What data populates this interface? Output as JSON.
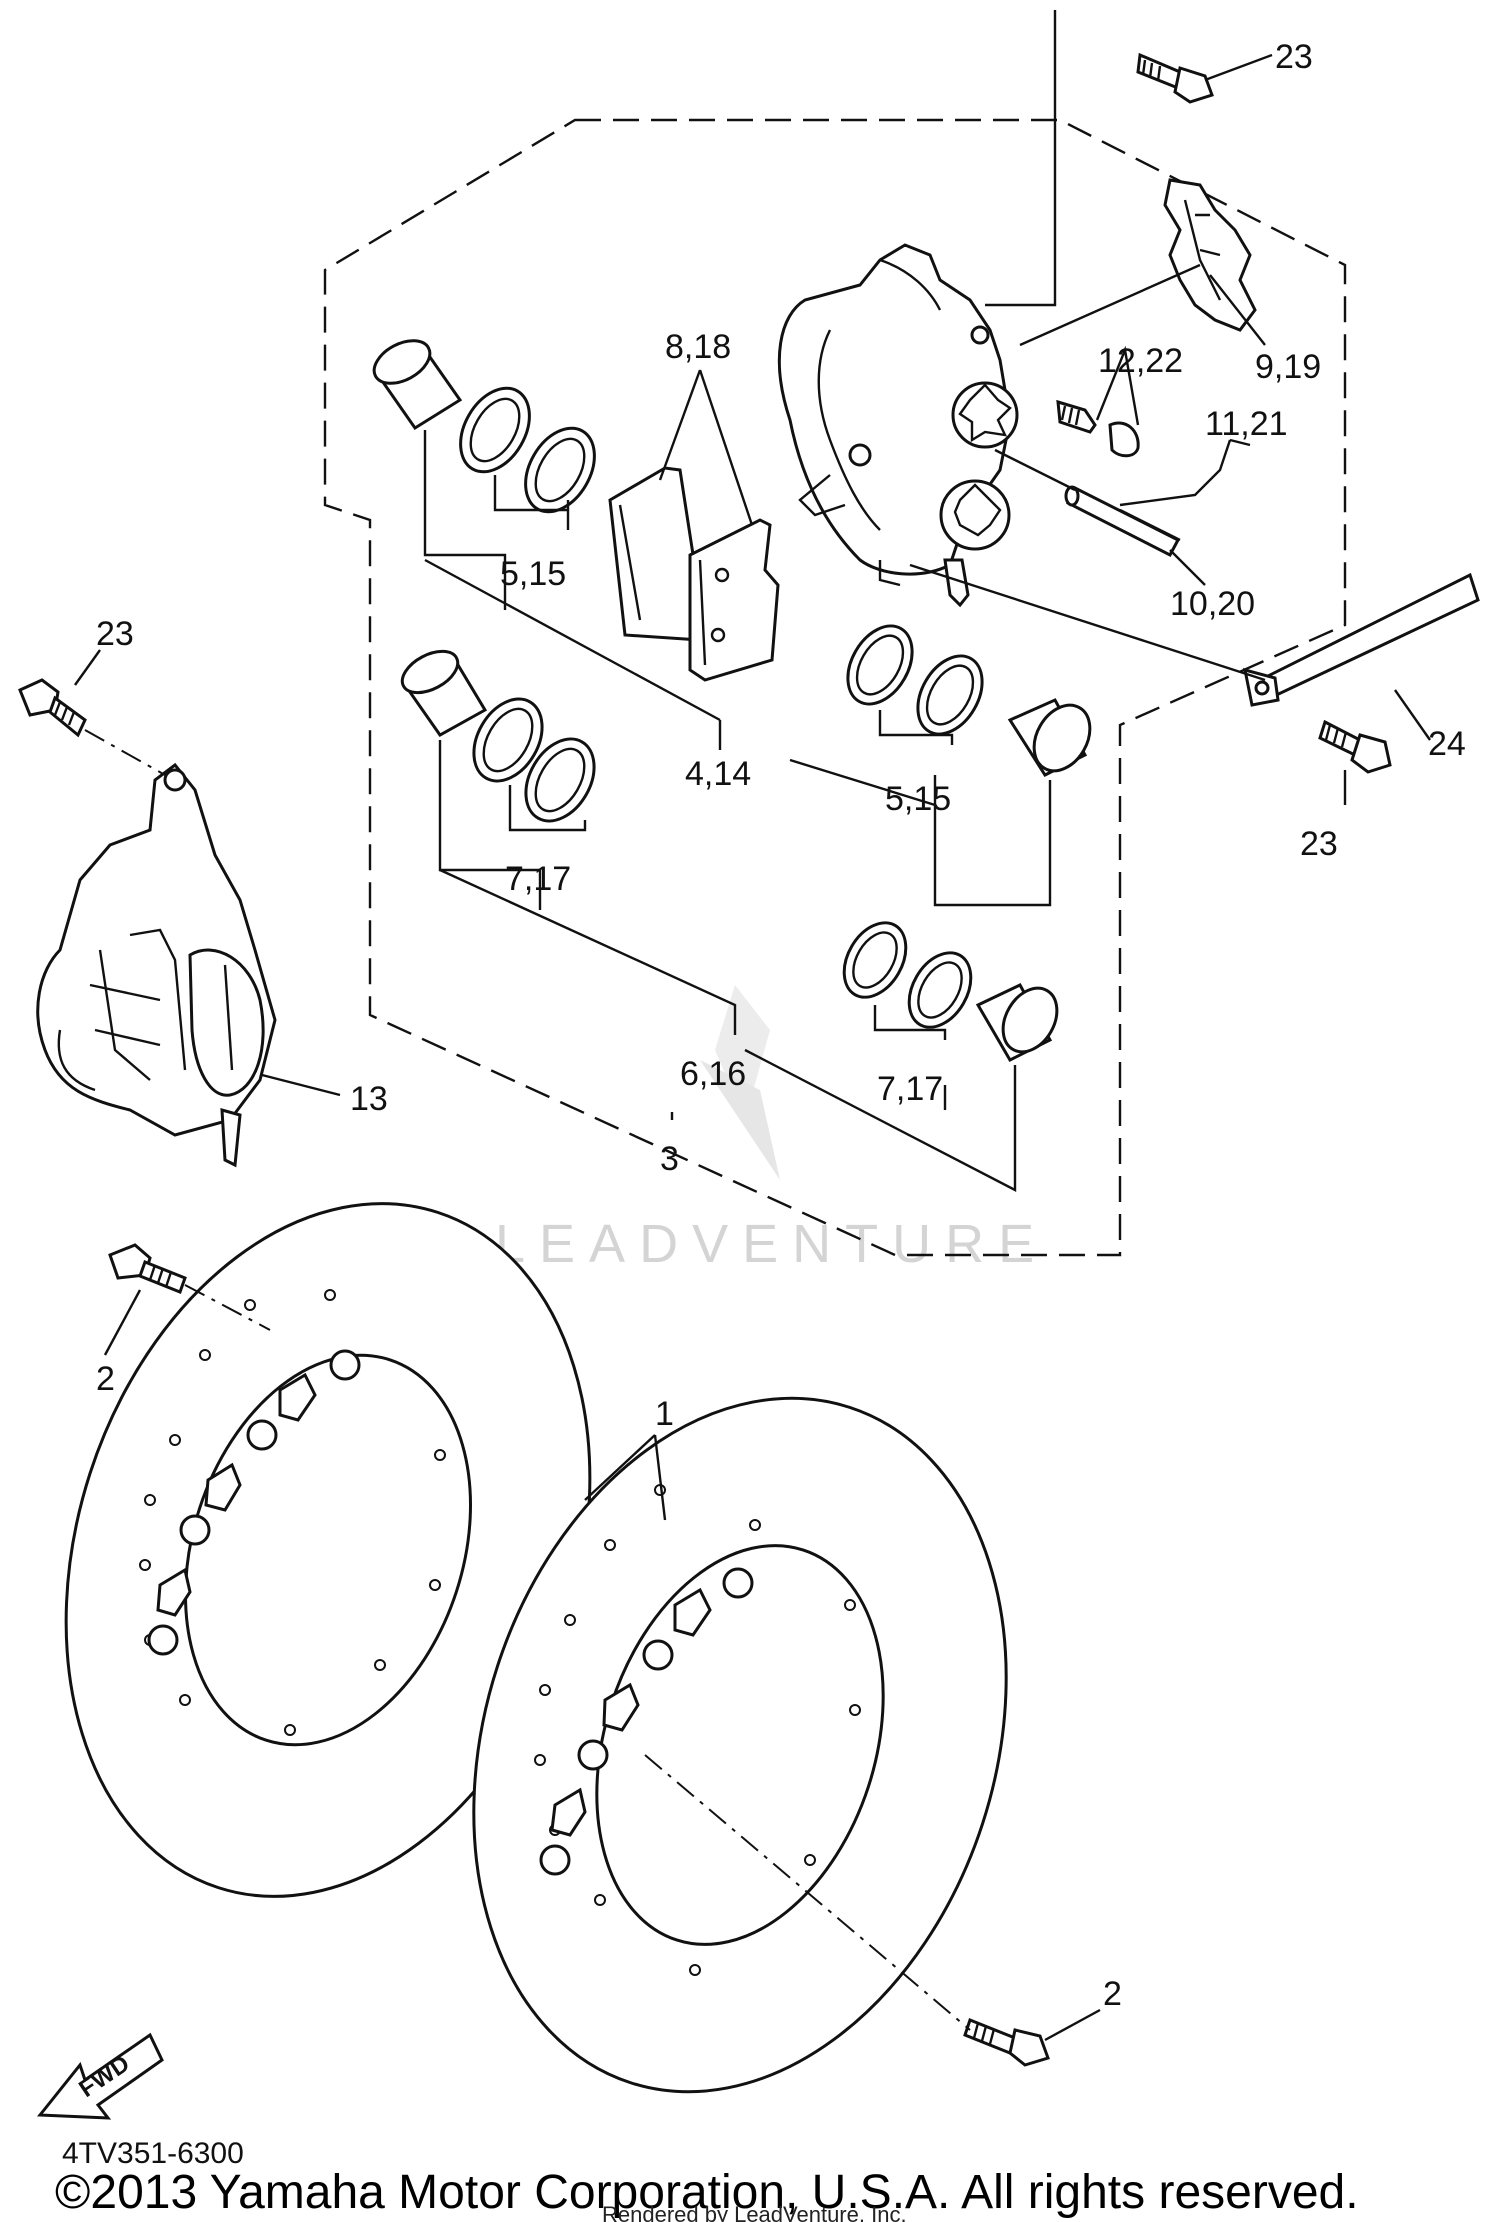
{
  "labels": {
    "l23a": "23",
    "l23b": "23",
    "l23c": "23",
    "l24": "24",
    "l9_19": "9,19",
    "l12_22": "12,22",
    "l11_21": "11,21",
    "l10_20": "10,20",
    "l8_18": "8,18",
    "l5_15a": "5,15",
    "l5_15b": "5,15",
    "l4_14": "4,14",
    "l7_17a": "7,17",
    "l7_17b": "7,17",
    "l6_16": "6,16",
    "l3": "3",
    "l13": "13",
    "l1": "1",
    "l2a": "2",
    "l2b": "2"
  },
  "fwd_label": "FWD",
  "diagram_code": "4TV351-6300",
  "copyright": "©2013 Yamaha Motor Corporation, U.S.A. All rights reserved.",
  "rendered_by": "Rendered by LeadVenture, Inc.",
  "watermark": "LEADVENTURE"
}
